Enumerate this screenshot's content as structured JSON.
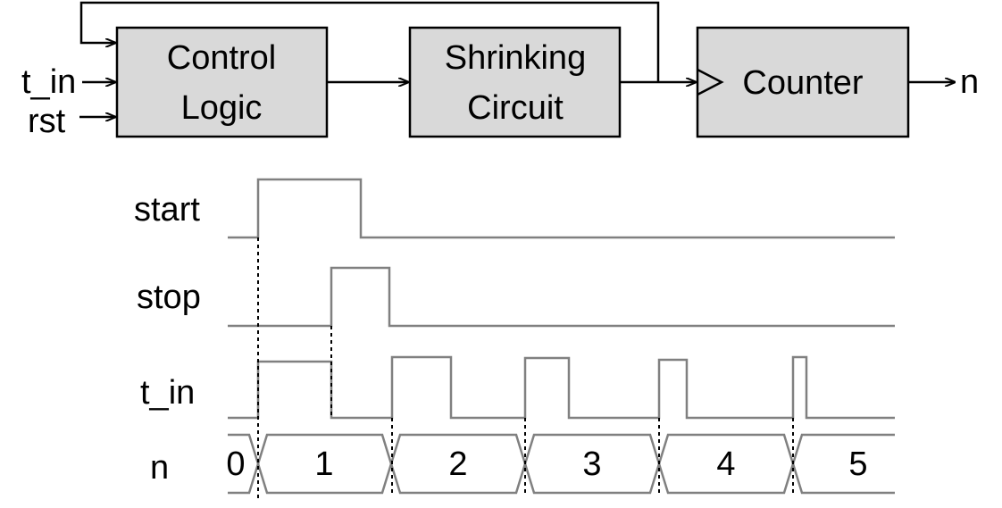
{
  "block_diagram": {
    "inputs": [
      "t_in",
      "rst"
    ],
    "output": "n",
    "blocks": {
      "control_logic": [
        "Control",
        "Logic"
      ],
      "shrinking_circuit": [
        "Shrinking",
        "Circuit"
      ],
      "counter": "Counter"
    }
  },
  "timing_diagram": {
    "signals": {
      "start": "start",
      "stop": "stop",
      "t_in": "t_in",
      "n": "n"
    },
    "n_values": [
      "0",
      "1",
      "2",
      "3",
      "4",
      "5"
    ]
  }
}
